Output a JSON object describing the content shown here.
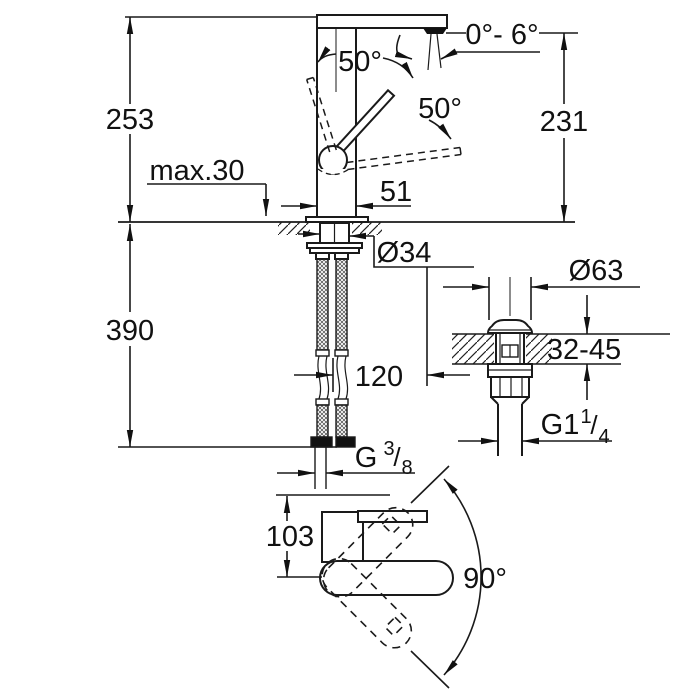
{
  "drawing": {
    "labels": {
      "height_upper": "253",
      "spout_height": "231",
      "aerator_angle": "0°- 6°",
      "handle_angle_up": "50°",
      "handle_angle_down": "50°",
      "max_deck": "max.30",
      "body_depth": "51",
      "shank_diameter": "Ø34",
      "under_counter_height": "390",
      "hose_offset": "120",
      "drain_cap_diameter": "Ø63",
      "deck_thickness_range": "32-45",
      "drain_thread_base": "G1",
      "drain_thread_num": "1",
      "drain_thread_slash": "/",
      "drain_thread_den": "4",
      "hose_thread_base": "G",
      "hose_thread_num": "3",
      "hose_thread_slash": "/",
      "hose_thread_den": "8",
      "top_view_depth": "103",
      "swivel_angle": "90°"
    },
    "colors": {
      "line": "#1a1a1a",
      "arrow": "#111111",
      "background": "#ffffff"
    }
  }
}
